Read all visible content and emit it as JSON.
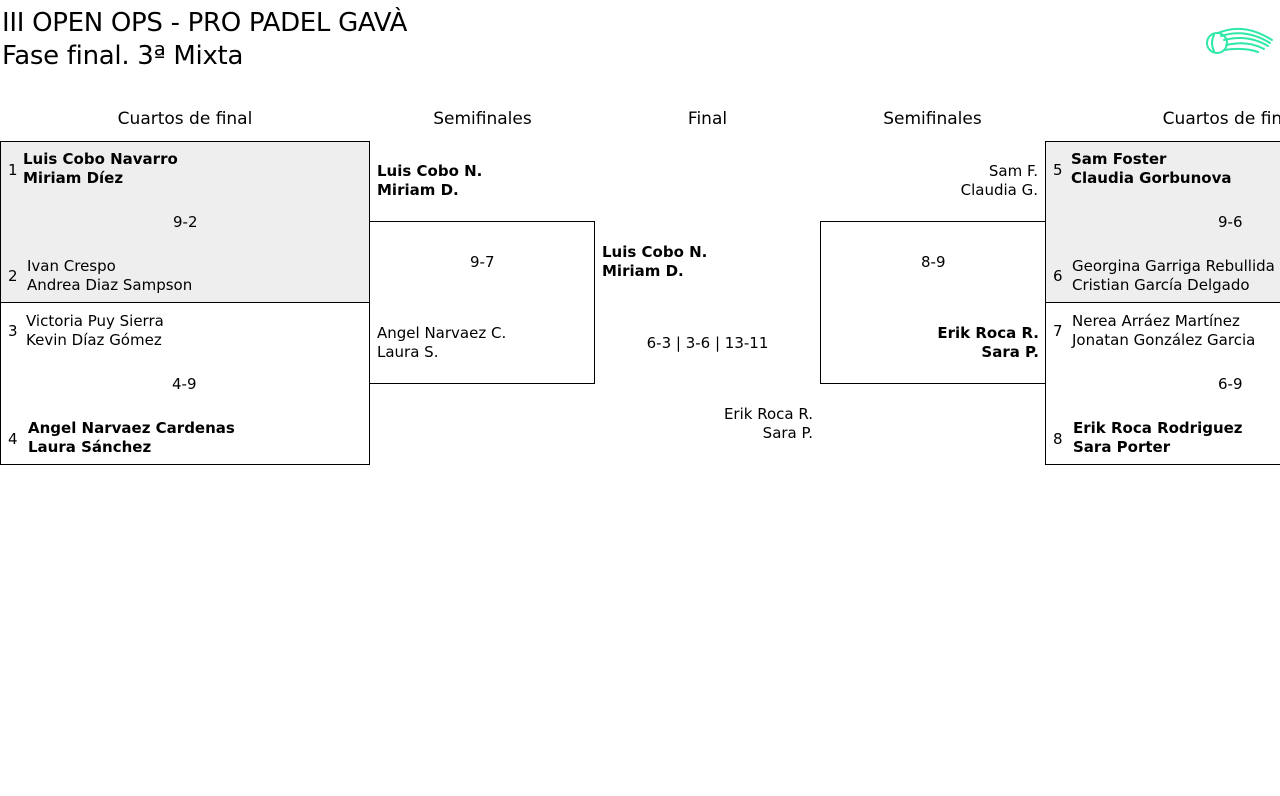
{
  "tournament": {
    "title": "III OPEN OPS - PRO PADEL GAVÀ",
    "subtitle": "Fase final. 3ª Mixta"
  },
  "columns": {
    "qf_left": "Cuartos de final",
    "sf_left": "Semifinales",
    "final": "Final",
    "sf_right": "Semifinales",
    "qf_right": "Cuartos de final"
  },
  "qf": {
    "m1": {
      "shaded": true,
      "seed_top": "1",
      "top": [
        "Luis Cobo Navarro",
        "Miriam Díez"
      ],
      "top_winner": true,
      "score": "9-2",
      "seed_bottom": "2",
      "bottom": [
        "Ivan Crespo",
        "Andrea Diaz Sampson"
      ],
      "bottom_winner": false
    },
    "m2": {
      "shaded": false,
      "seed_top": "3",
      "top": [
        "Victoria Puy Sierra",
        "Kevin Díaz Gómez"
      ],
      "top_winner": false,
      "score": "4-9",
      "seed_bottom": "4",
      "bottom": [
        "Angel Narvaez Cardenas",
        "Laura Sánchez"
      ],
      "bottom_winner": true
    },
    "m3": {
      "shaded": true,
      "seed_top": "5",
      "top": [
        "Sam Foster",
        "Claudia Gorbunova"
      ],
      "top_winner": true,
      "score": "9-6",
      "seed_bottom": "6",
      "bottom": [
        "Georgina Garriga Rebullida",
        "Cristian García Delgado"
      ],
      "bottom_winner": false
    },
    "m4": {
      "shaded": false,
      "seed_top": "7",
      "top": [
        "Nerea Arráez Martínez",
        "Jonatan González Garcia"
      ],
      "top_winner": false,
      "score": "6-9",
      "seed_bottom": "8",
      "bottom": [
        "Erik Roca Rodriguez",
        "Sara Porter"
      ],
      "bottom_winner": true
    }
  },
  "sf": {
    "left": {
      "top": [
        "Luis Cobo N.",
        "Miriam D."
      ],
      "score": "9-7",
      "bottom": [
        "Angel Narvaez C.",
        "Laura S."
      ]
    },
    "right": {
      "top": [
        "Sam F.",
        "Claudia G."
      ],
      "score": "8-9",
      "bottom": [
        "Erik Roca R.",
        "Sara P."
      ]
    }
  },
  "final": {
    "top": [
      "Luis Cobo N.",
      "Miriam D."
    ],
    "score": "6-3 | 3-6 | 13-11",
    "bottom": [
      "Erik Roca R.",
      "Sara P."
    ]
  },
  "logo_icon": "padel-ball-logo-icon",
  "colors": {
    "logo": "#2ee8a6",
    "shaded_box": "#eeeeee"
  }
}
